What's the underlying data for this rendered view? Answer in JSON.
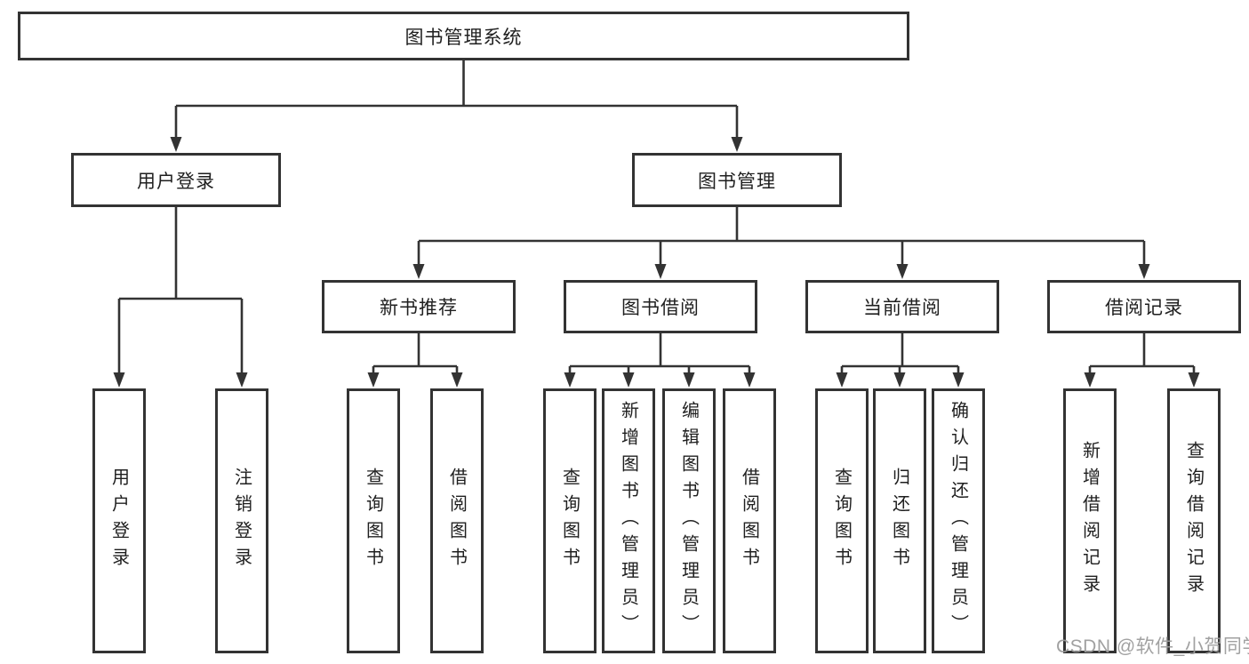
{
  "diagram": {
    "root_label": "图书管理系统",
    "level2": [
      {
        "label": "用户登录"
      },
      {
        "label": "图书管理"
      }
    ],
    "level3": [
      {
        "label": "新书推荐"
      },
      {
        "label": "图书借阅"
      },
      {
        "label": "当前借阅"
      },
      {
        "label": "借阅记录"
      }
    ],
    "leaves": {
      "user": [
        "用户登录",
        "注销登录"
      ],
      "newbook": [
        "查询图书",
        "借阅图书"
      ],
      "borrow": [
        "查询图书",
        "新增图书（管理员）",
        "编辑图书（管理员）",
        "借阅图书"
      ],
      "current": [
        "查询图书",
        "归还图书",
        "确认归还（管理员）"
      ],
      "records": [
        "新增借阅记录",
        "查询借阅记录"
      ]
    },
    "colors": {
      "line": "#333333",
      "box_border": "#333333",
      "box_fill": "#ffffff",
      "watermark_text": "#9c9c9c"
    },
    "watermark": "CSDN @软件_小贺同学"
  }
}
